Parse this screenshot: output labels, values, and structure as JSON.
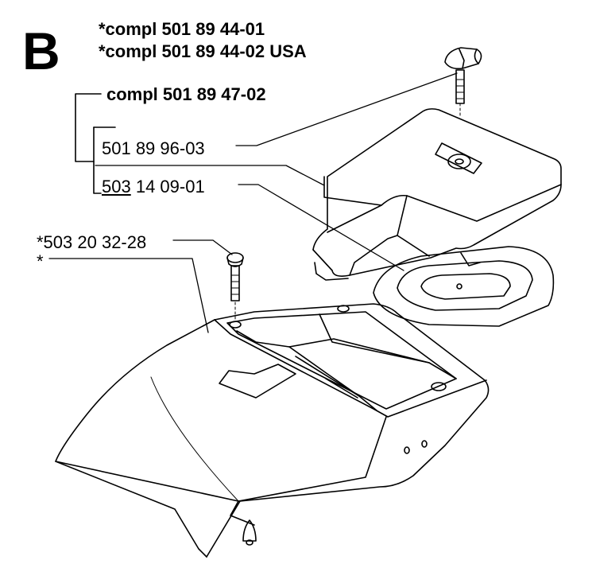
{
  "section_letter": "B",
  "header": {
    "compl_1": "*compl 501 89 44-01",
    "compl_2": "*compl 501 89 44-02 USA"
  },
  "assembly": {
    "label": "compl 501 89 47-02"
  },
  "parts": [
    {
      "id": "501 89 96-03"
    },
    {
      "id_prefix": "503",
      "id_rest": " 14 09-01"
    },
    {
      "id": "*503 20 32-28"
    },
    {
      "id": "*"
    }
  ],
  "colors": {
    "ink": "#000000",
    "paper": "#ffffff"
  }
}
